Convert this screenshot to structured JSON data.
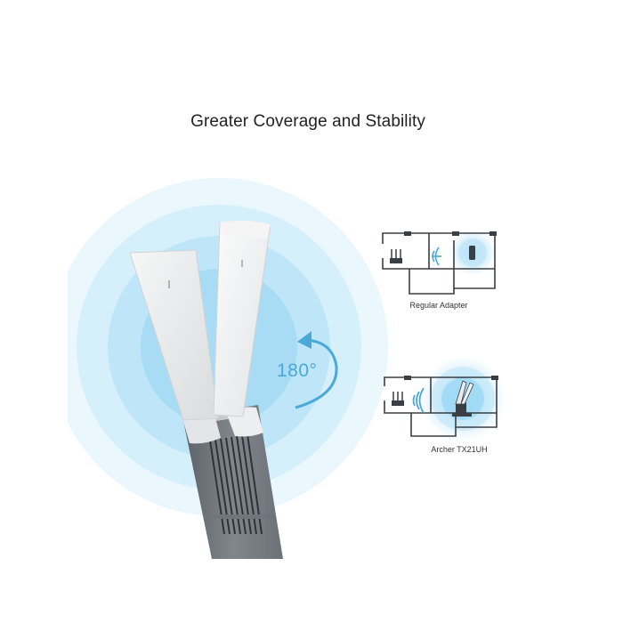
{
  "headline": "Greater Coverage and Stability",
  "hero": {
    "rotation_label": "180°",
    "icon": "rotate-arrow-icon",
    "accent_color": "#4aa9d8"
  },
  "comparisons": [
    {
      "caption": "Regular Adapter",
      "icon": "floor-plan-icon"
    },
    {
      "caption": "Archer TX21UH",
      "icon": "floor-plan-icon"
    }
  ],
  "colors": {
    "accent": "#4aa9d8",
    "wall": "#3a3f44",
    "coverage": "#bfe6f8"
  }
}
